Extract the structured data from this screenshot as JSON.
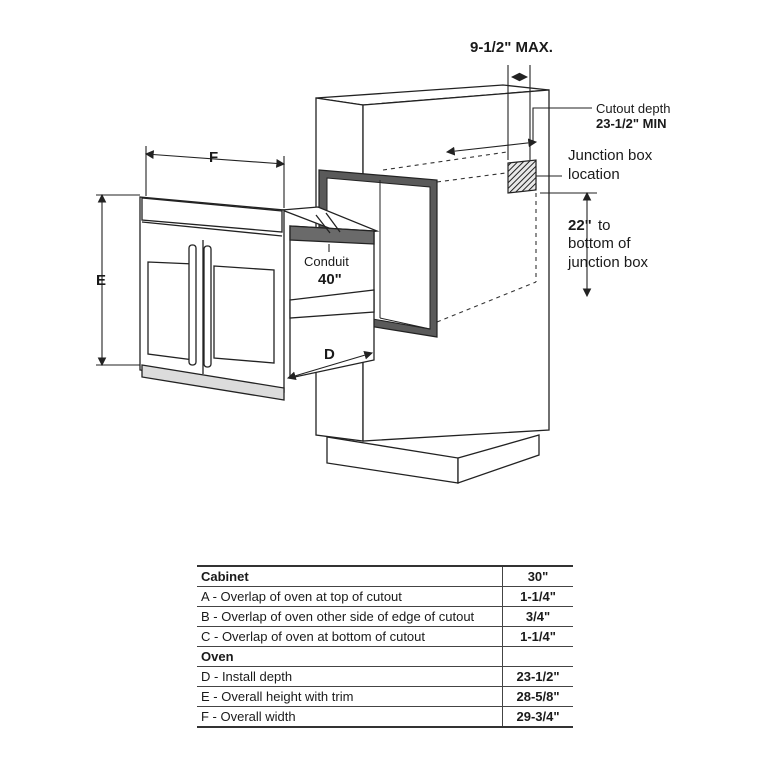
{
  "diagram": {
    "labels": {
      "max_depth": "9-1/2\" MAX.",
      "cutout_depth_line1": "Cutout depth",
      "cutout_depth_line2": "23-1/2\" MIN",
      "junction_box_line1": "Junction box",
      "junction_box_line2": "location",
      "junction_height_value": "22\"",
      "junction_height_to": "to",
      "junction_height_line2": "bottom of",
      "junction_height_line3": "junction box",
      "conduit": "Conduit",
      "conduit_length": "40\"",
      "dim_d": "D",
      "dim_e": "E",
      "dim_f": "F"
    }
  },
  "specs": {
    "rows": [
      {
        "label": "Cabinet",
        "value": "30\"",
        "is_header": true
      },
      {
        "label": "A - Overlap of oven at top of cutout",
        "value": "1-1/4\""
      },
      {
        "label": "B - Overlap of oven other side of edge of cutout",
        "value": "3/4\""
      },
      {
        "label": "C - Overlap of oven at bottom of cutout",
        "value": "1-1/4\""
      },
      {
        "label": "Oven",
        "value": "",
        "is_header": true
      },
      {
        "label": "D - Install depth",
        "value": "23-1/2\""
      },
      {
        "label": "E - Overall height with trim",
        "value": "28-5/8\""
      },
      {
        "label": "F - Overall width",
        "value": "29-3/4\""
      }
    ]
  }
}
